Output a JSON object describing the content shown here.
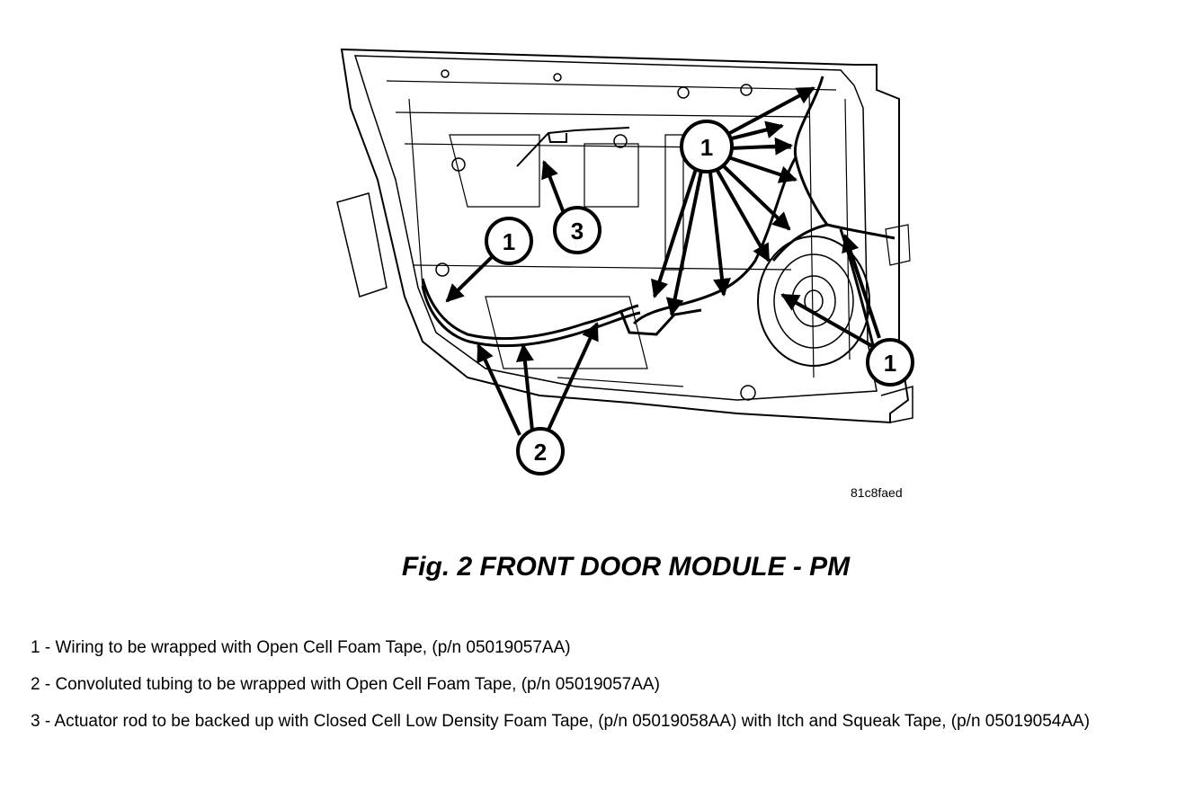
{
  "figure": {
    "image_id": "81c8faed",
    "caption": "Fig. 2 FRONT DOOR MODULE - PM"
  },
  "callouts": [
    {
      "label": "1"
    },
    {
      "label": "1"
    },
    {
      "label": "1"
    },
    {
      "label": "2"
    },
    {
      "label": "3"
    }
  ],
  "legend": [
    {
      "text": "1 - Wiring to be wrapped with Open Cell Foam Tape, (p/n 05019057AA)"
    },
    {
      "text": "2 - Convoluted tubing to be wrapped with Open Cell Foam Tape, (p/n 05019057AA)"
    },
    {
      "text": "3 - Actuator rod to be backed up with Closed Cell Low Density Foam Tape, (p/n 05019058AA) with Itch and Squeak Tape, (p/n 05019054AA)"
    }
  ]
}
